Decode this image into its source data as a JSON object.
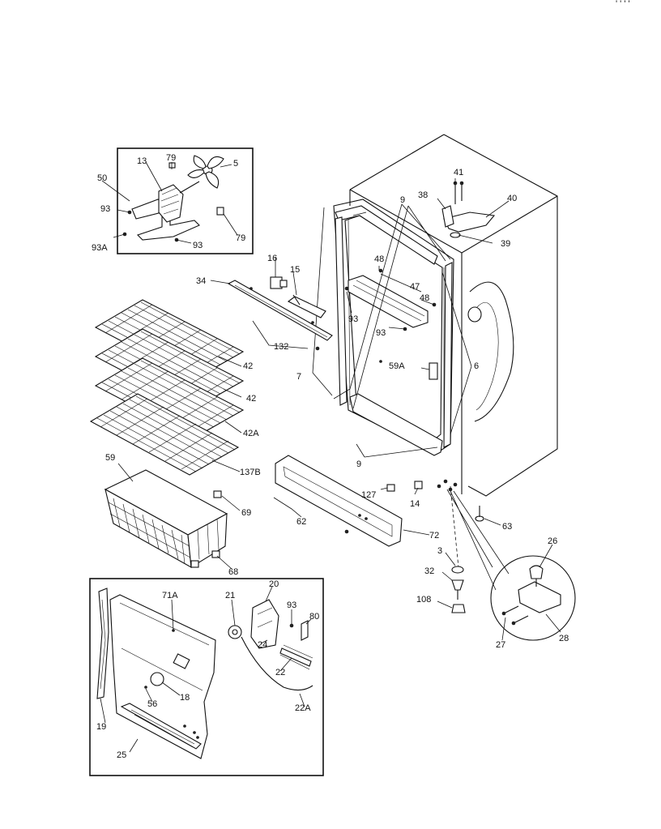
{
  "corner_marks": "' ' ' '",
  "callouts": {
    "p5": "5",
    "p13": "13",
    "p79a": "79",
    "p79b": "79",
    "p50": "50",
    "p93a": "93",
    "p93A": "93A",
    "p93b": "93",
    "p41": "41",
    "p38": "38",
    "p40": "40",
    "p39": "39",
    "p9a": "9",
    "p16": "16",
    "p15": "15",
    "p34": "34",
    "p48a": "48",
    "p47": "47",
    "p48b": "48",
    "p93c": "93",
    "p93d": "93",
    "p132": "132",
    "p59A": "59A",
    "p6": "6",
    "p7": "7",
    "p42a": "42",
    "p42b": "42",
    "p42A": "42A",
    "p137B": "137B",
    "p9b": "9",
    "p59": "59",
    "p69": "69",
    "p68": "68",
    "p62": "62",
    "p127": "127",
    "p14": "14",
    "p72": "72",
    "p63": "63",
    "p26": "26",
    "p3": "3",
    "p32": "32",
    "p108": "108",
    "p27": "27",
    "p28": "28",
    "p71A": "71A",
    "p21": "21",
    "p20": "20",
    "p93e": "93",
    "p80": "80",
    "p24": "24",
    "p22": "22",
    "p18": "18",
    "p56": "56",
    "p22A": "22A",
    "p19": "19",
    "p25": "25"
  }
}
